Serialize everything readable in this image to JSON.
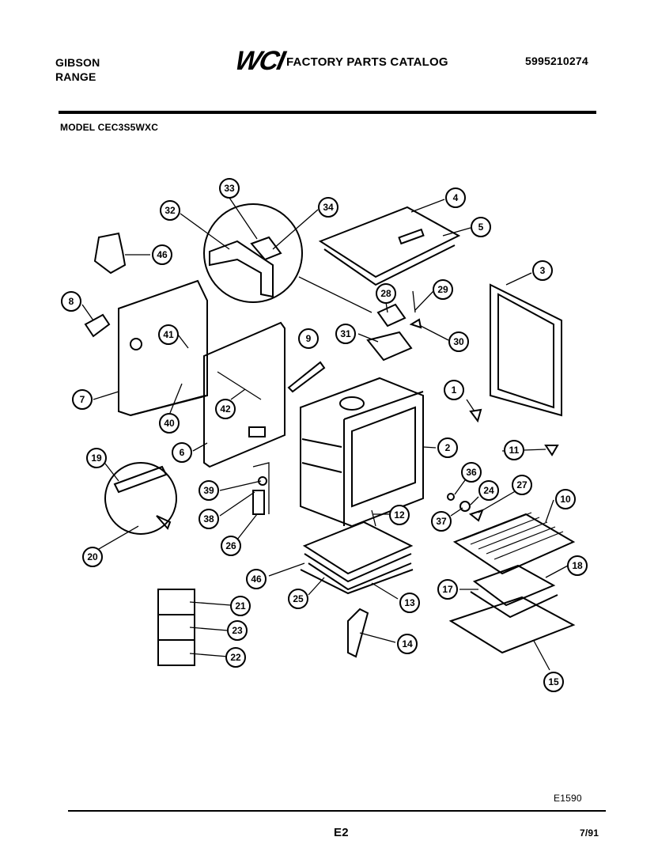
{
  "header": {
    "brand_line1": "GIBSON",
    "brand_line2": "RANGE",
    "logo_text": "WCI",
    "catalog_title": "FACTORY PARTS CATALOG",
    "part_number": "5995210274",
    "model": "MODEL CEC3S5WXC"
  },
  "footer": {
    "drawing_code": "E1590",
    "page": "E2",
    "date": "7/91"
  },
  "callouts": [
    "33",
    "34",
    "32",
    "4",
    "5",
    "46",
    "3",
    "8",
    "28",
    "29",
    "41",
    "9",
    "31",
    "30",
    "1",
    "7",
    "40",
    "42",
    "2",
    "6",
    "11",
    "19",
    "36",
    "27",
    "39",
    "24",
    "10",
    "12",
    "38",
    "37",
    "26",
    "20",
    "46",
    "18",
    "25",
    "13",
    "17",
    "21",
    "23",
    "14",
    "22",
    "15"
  ]
}
